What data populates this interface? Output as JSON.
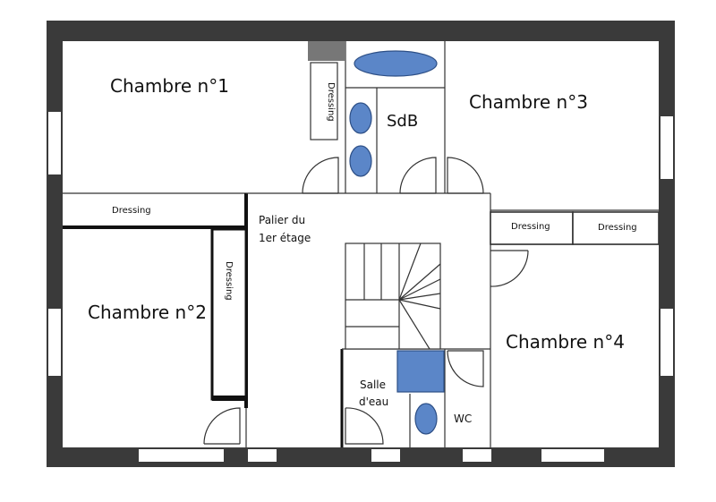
{
  "rooms": {
    "chambre1": "Chambre n°1",
    "chambre2": "Chambre n°2",
    "chambre3": "Chambre n°3",
    "chambre4": "Chambre n°4",
    "sdb": "SdB",
    "palier_line1": "Palier du",
    "palier_line2": "1er étage",
    "salle_eau_line1": "Salle",
    "salle_eau_line2": "d'eau",
    "wc": "WC"
  },
  "closets": {
    "dressing_ch1": "Dressing",
    "dressing_corridor": "Dressing",
    "dressing_ch2": "Dressing",
    "dressing_ch3": "Dressing",
    "dressing_ch4": "Dressing"
  }
}
